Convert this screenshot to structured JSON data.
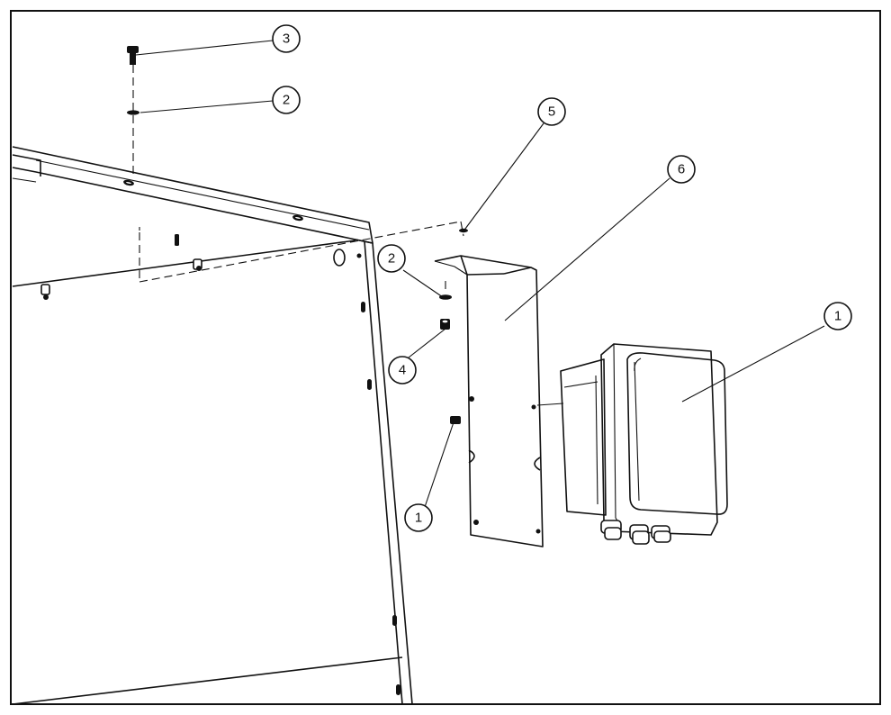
{
  "callouts": [
    {
      "id": "c3-top",
      "label": "3"
    },
    {
      "id": "c2-top",
      "label": "2"
    },
    {
      "id": "c5",
      "label": "5"
    },
    {
      "id": "c6",
      "label": "6"
    },
    {
      "id": "c2-mid",
      "label": "2"
    },
    {
      "id": "c4",
      "label": "4"
    },
    {
      "id": "c1-right",
      "label": "1"
    },
    {
      "id": "c1-bottom",
      "label": "1"
    }
  ]
}
